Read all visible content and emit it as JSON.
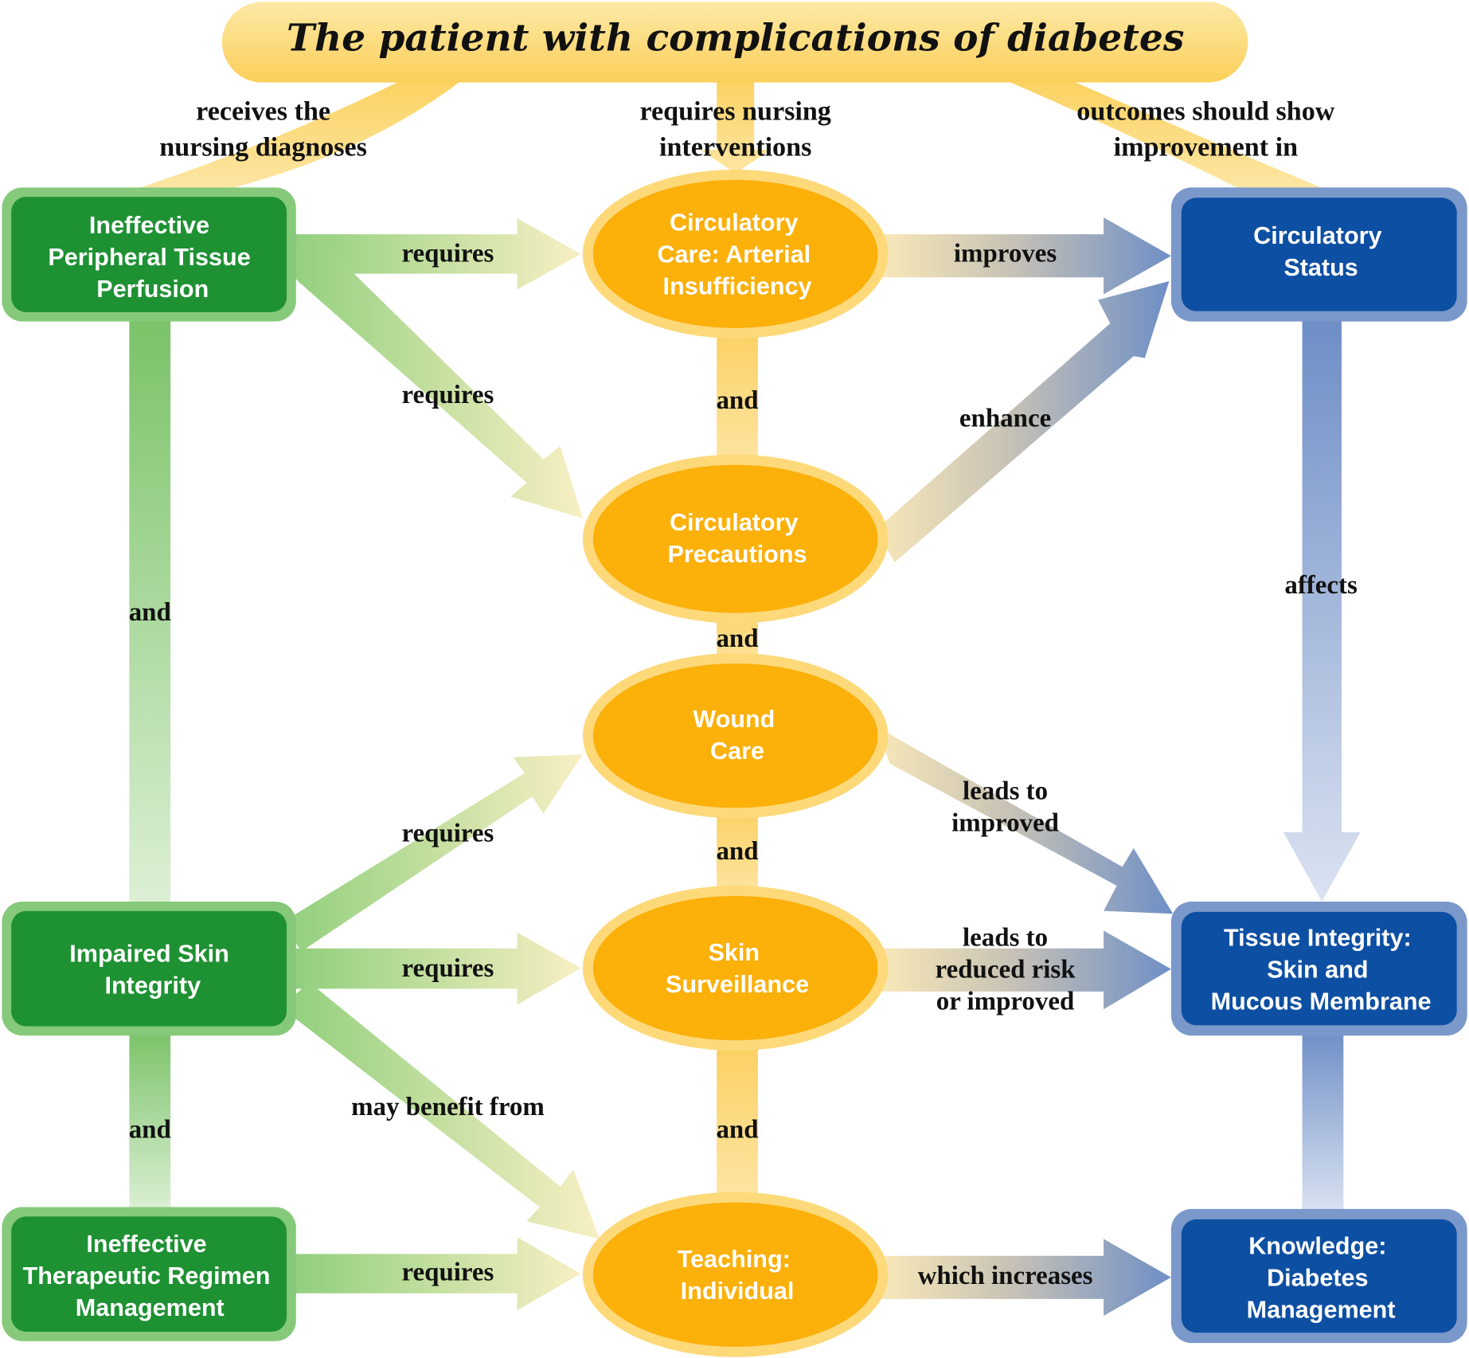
{
  "title": "The patient with complications of diabetes",
  "column_headers": {
    "diagnoses": [
      "receives the",
      "nursing diagnoses"
    ],
    "interventions": [
      "requires nursing",
      "interventions"
    ],
    "outcomes": [
      "outcomes should show",
      "improvement in"
    ]
  },
  "colors": {
    "diagnosis_fill": "#1e9133",
    "diagnosis_border": "#86c97a",
    "intervention_fill": "#fbb00a",
    "intervention_border": "#fdd97a",
    "outcome_fill": "#0d4fa2",
    "outcome_border": "#7b98cb",
    "title_band": "#fbd56a"
  },
  "diagnoses": [
    {
      "id": "d1",
      "lines": [
        "Ineffective",
        "Peripheral Tissue",
        "Perfusion"
      ]
    },
    {
      "id": "d2",
      "lines": [
        "Impaired Skin",
        "Integrity"
      ]
    },
    {
      "id": "d3",
      "lines": [
        "Ineffective",
        "Therapeutic Regimen",
        "Management"
      ]
    }
  ],
  "interventions": [
    {
      "id": "i1",
      "lines": [
        "Circulatory",
        "Care: Arterial",
        "Insufficiency"
      ]
    },
    {
      "id": "i2",
      "lines": [
        "Circulatory",
        "Precautions"
      ]
    },
    {
      "id": "i3",
      "lines": [
        "Wound",
        "Care"
      ]
    },
    {
      "id": "i4",
      "lines": [
        "Skin",
        "Surveillance"
      ]
    },
    {
      "id": "i5",
      "lines": [
        "Teaching:",
        "Individual"
      ]
    }
  ],
  "outcomes": [
    {
      "id": "o1",
      "lines": [
        "Circulatory",
        "Status"
      ]
    },
    {
      "id": "o2",
      "lines": [
        "Tissue Integrity:",
        "Skin and",
        "Mucous Membrane"
      ]
    },
    {
      "id": "o3",
      "lines": [
        "Knowledge:",
        "Diabetes",
        "Management"
      ]
    }
  ],
  "edges": [
    {
      "id": "e1",
      "from": "d1",
      "to": "i1",
      "label": [
        "requires"
      ]
    },
    {
      "id": "e2",
      "from": "d1",
      "to": "i2",
      "label": [
        "requires"
      ]
    },
    {
      "id": "e3",
      "from": "d1",
      "to": "d2",
      "label": [
        "and"
      ]
    },
    {
      "id": "e4",
      "from": "d2",
      "to": "i3",
      "label": [
        "requires"
      ]
    },
    {
      "id": "e5",
      "from": "d2",
      "to": "i4",
      "label": [
        "requires"
      ]
    },
    {
      "id": "e6",
      "from": "d2",
      "to": "i5",
      "label": [
        "may benefit from"
      ]
    },
    {
      "id": "e7",
      "from": "d2",
      "to": "d3",
      "label": [
        "and"
      ]
    },
    {
      "id": "e8",
      "from": "d3",
      "to": "i5",
      "label": [
        "requires"
      ]
    },
    {
      "id": "e9",
      "from": "i1",
      "to": "i2",
      "label": [
        "and"
      ]
    },
    {
      "id": "e10",
      "from": "i2",
      "to": "i3",
      "label": [
        "and"
      ]
    },
    {
      "id": "e11",
      "from": "i3",
      "to": "i4",
      "label": [
        "and"
      ]
    },
    {
      "id": "e12",
      "from": "i4",
      "to": "i5",
      "label": [
        "and"
      ]
    },
    {
      "id": "e13",
      "from": "i1",
      "to": "o1",
      "label": [
        "improves"
      ]
    },
    {
      "id": "e14",
      "from": "i2",
      "to": "o1",
      "label": [
        "enhance"
      ]
    },
    {
      "id": "e15",
      "from": "i3",
      "to": "o2",
      "label": [
        "leads to",
        "improved"
      ]
    },
    {
      "id": "e16",
      "from": "i4",
      "to": "o2",
      "label": [
        "leads to",
        "reduced risk",
        "or improved"
      ]
    },
    {
      "id": "e17",
      "from": "i5",
      "to": "o3",
      "label": [
        "which increases"
      ]
    },
    {
      "id": "e18",
      "from": "o1",
      "to": "o2",
      "label": [
        "affects"
      ]
    },
    {
      "id": "e19",
      "from": "o2",
      "to": "o3",
      "label": []
    }
  ]
}
